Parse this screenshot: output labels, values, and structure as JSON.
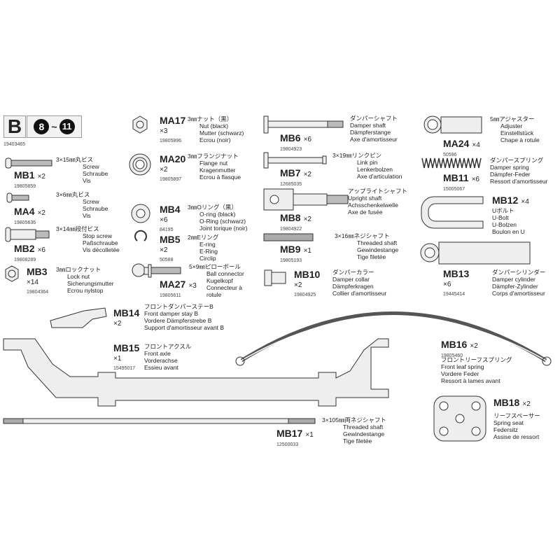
{
  "header": {
    "letter": "B",
    "steps_from": "8",
    "steps_sep": "~",
    "steps_to": "11",
    "code": "19403465"
  },
  "parts": [
    {
      "id": "MB1",
      "qty": "×2",
      "code": "19805859",
      "jp": "3×15㎜丸ビス",
      "names": [
        "Screw",
        "Schraube",
        "Vis"
      ]
    },
    {
      "id": "MA4",
      "qty": "×2",
      "code": "19805636",
      "jp": "3×6㎜丸ビス",
      "names": [
        "Screw",
        "Schraube",
        "Vis"
      ]
    },
    {
      "id": "MB2",
      "qty": "×6",
      "code": "19808289",
      "jp": "3×14㎜段付ビス",
      "names": [
        "Stop screw",
        "Paßschraube",
        "Vis décolletée"
      ]
    },
    {
      "id": "MB3",
      "qty": "×14",
      "code": "19804364",
      "jp": "3㎜ロックナット",
      "names": [
        "Lock nut",
        "Sicherungsmutter",
        "Ecrou nylstop"
      ]
    },
    {
      "id": "MA17",
      "qty": "×3",
      "code": "19805896",
      "jp": "3㎜ナット（黒）",
      "names": [
        "Nut (black)",
        "Mutter (schwarz)",
        "Ecrou (noir)"
      ]
    },
    {
      "id": "MA20",
      "qty": "×2",
      "code": "19805897",
      "jp": "3㎜フランジナット",
      "names": [
        "Flange nut",
        "Kragenmutter",
        "Ecrou à flasque"
      ]
    },
    {
      "id": "MB4",
      "qty": "×6",
      "code": "84195",
      "jp": "3㎜Oリング（黒）",
      "names": [
        "O-ring (black)",
        "O-Ring (schwarz)",
        "Joint torique (noir)"
      ]
    },
    {
      "id": "MB5",
      "qty": "×2",
      "code": "50588",
      "jp": "2㎜Eリング",
      "names": [
        "E-ring",
        "E-Ring",
        "Circlip"
      ]
    },
    {
      "id": "MA27",
      "qty": "×3",
      "code": "19805611",
      "jp": "5×9㎜ピローボール",
      "names": [
        "Ball connector",
        "Kugelkopf",
        "Connecteur à",
        "rotule"
      ]
    },
    {
      "id": "MB6",
      "qty": "×6",
      "code": "19804923",
      "jp": "ダンパーシャフト",
      "names": [
        "Damper shaft",
        "Dämpferstange",
        "Axe d'amortisseur"
      ]
    },
    {
      "id": "MB7",
      "qty": "×2",
      "code": "12685035",
      "jp": "3×19㎜リンクピン",
      "names": [
        "Link pin",
        "Lenkerbolzen",
        "Axe d'articulation"
      ]
    },
    {
      "id": "MB8",
      "qty": "×2",
      "code": "19804922",
      "jp": "アップライトシャフト",
      "names": [
        "Upright shaft",
        "Achsschenkelwelle",
        "Axe de fusée"
      ]
    },
    {
      "id": "MB9",
      "qty": "×1",
      "code": "19805193",
      "jp": "3×16㎜ネジシャフト",
      "names": [
        "Threaded shaft",
        "Gewindestange",
        "Tige filetée"
      ]
    },
    {
      "id": "MB10",
      "qty": "×2",
      "code": "19804925",
      "jp": "ダンパーカラー",
      "names": [
        "Damper collar",
        "Dämpferkragen",
        "Collier d'amortisseur"
      ]
    },
    {
      "id": "MA24",
      "qty": "×4",
      "code": "50596",
      "jp": "5㎜アジャスター",
      "names": [
        "Adjuster",
        "Einstellstück",
        "Chape à rotule"
      ]
    },
    {
      "id": "MB11",
      "qty": "×6",
      "code": "15005067",
      "jp": "ダンパースプリング",
      "names": [
        "Damper spring",
        "Dämpfer-Feder",
        "Ressort d'amortisseur"
      ]
    },
    {
      "id": "MB12",
      "qty": "×4",
      "code": "",
      "jp": "Uボルト",
      "names": [
        "U-Bolt",
        "U-Bolzen",
        "Boulon en U"
      ]
    },
    {
      "id": "MB13",
      "qty": "×6",
      "code": "19445414",
      "jp": "ダンパーシリンダー",
      "names": [
        "Damper cylinder",
        "Dämpfer-Zylinder",
        "Corps d'amortisseur"
      ]
    },
    {
      "id": "MB14",
      "qty": "×2",
      "code": "",
      "jp": "フロントダンパーステーB",
      "names": [
        "Front damper stay B",
        "Vordere Dämpferstrebe B",
        "Support d'amortisseur avant B"
      ]
    },
    {
      "id": "MB15",
      "qty": "×1",
      "code": "15495017",
      "jp": "フロントアクスル",
      "names": [
        "Front axle",
        "Vorderachse",
        "Essieu avant"
      ]
    },
    {
      "id": "MB16",
      "qty": "×2",
      "code": "19805460",
      "jp": "フロントリーフスプリング",
      "names": [
        "Front leaf spring",
        "Vordere Feder",
        "Ressort à lames avant"
      ]
    },
    {
      "id": "MB17",
      "qty": "×1",
      "code": "12500033",
      "jp": "3×105㎜両ネジシャフト",
      "names": [
        "Threaded shaft",
        "Gewindestange",
        "Tige filetée"
      ]
    },
    {
      "id": "MB18",
      "qty": "×2",
      "code": "",
      "jp": "リーフスペーサー",
      "names": [
        "Spring seat",
        "Federsitz",
        "Assise de ressort"
      ]
    }
  ]
}
